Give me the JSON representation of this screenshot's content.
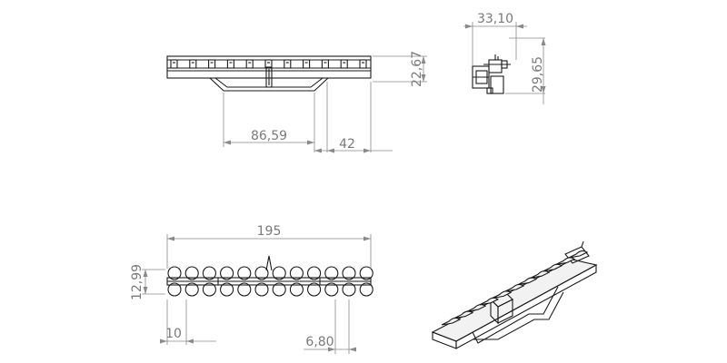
{
  "drawing": {
    "dimensions": {
      "front_depth": "86,59",
      "front_offset": "42",
      "front_height": "22,67",
      "side_width": "33,10",
      "side_height": "29,65",
      "top_length": "195",
      "top_height": "12,99",
      "top_slot_pitch": "10",
      "top_slot_width": "6,80"
    }
  }
}
